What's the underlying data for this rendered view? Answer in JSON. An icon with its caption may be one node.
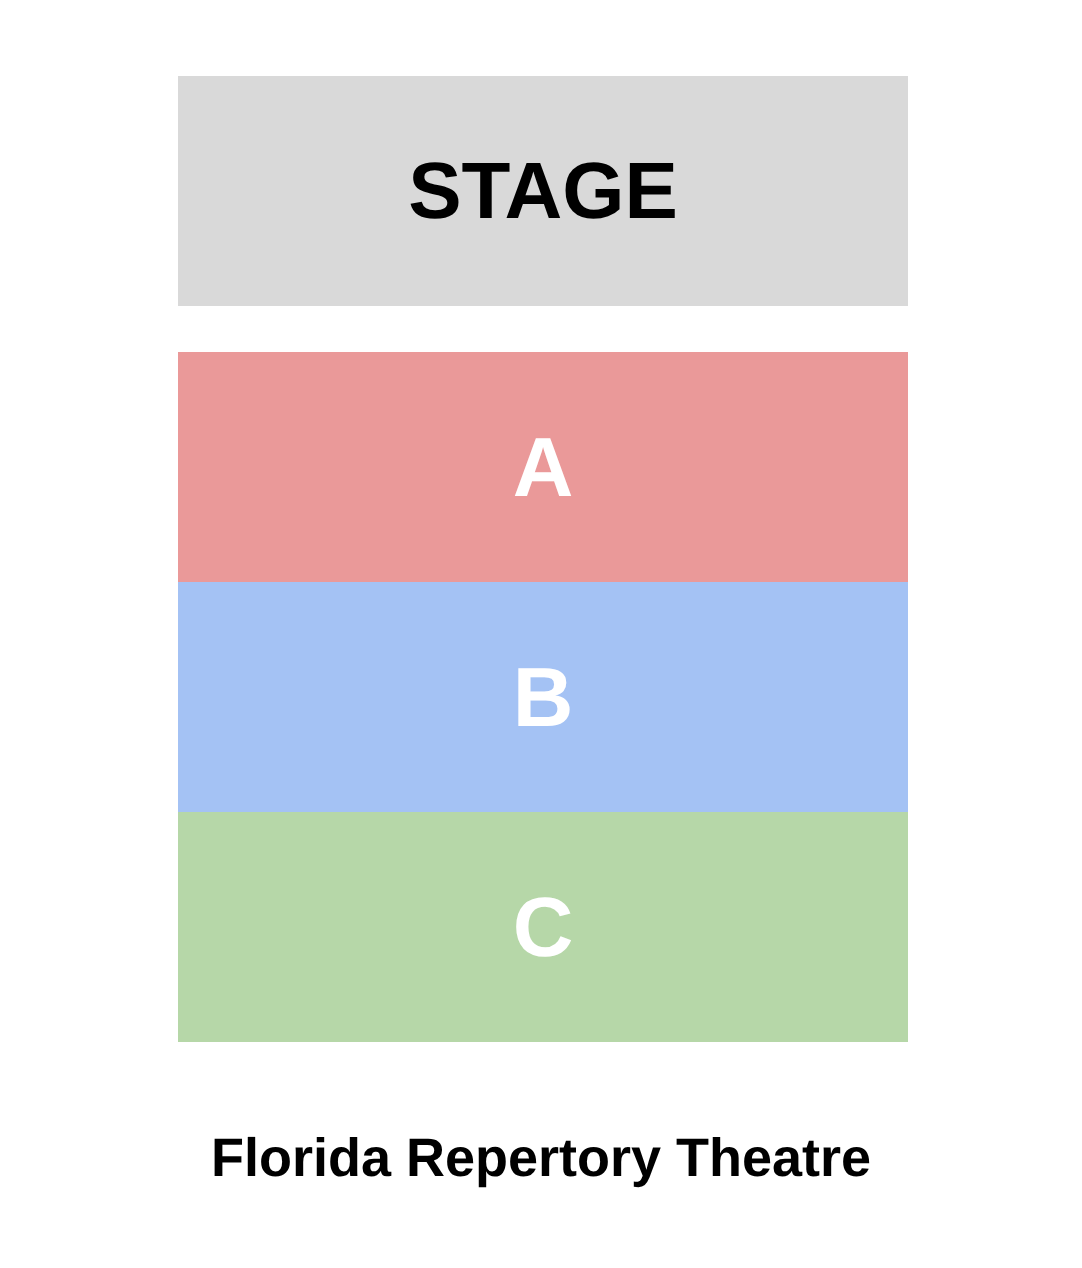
{
  "diagram": {
    "caption": "Florida Repertory Theatre",
    "nodes": [
      {
        "text": [
          "STAGE"
        ]
      },
      {
        "text": [
          "A"
        ]
      },
      {
        "text": [
          "B"
        ]
      },
      {
        "text": [
          "C"
        ]
      }
    ]
  }
}
